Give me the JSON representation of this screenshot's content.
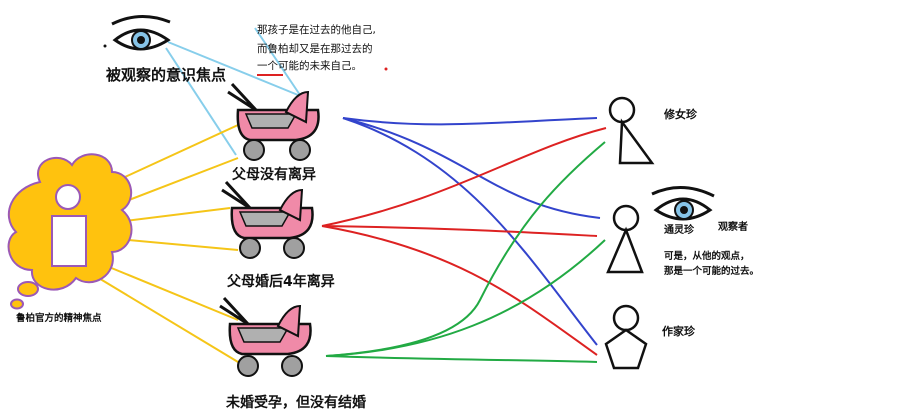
{
  "observed_focus_label": "被观察的意识焦点",
  "note_lines": [
    "那孩子是在过去的他自己,",
    "而鲁柏却又是在那过去的",
    "一个可能的未来自己。"
  ],
  "thought_label": "鲁柏官方的精神焦点",
  "strollers": [
    {
      "label": "父母没有离异"
    },
    {
      "label": "父母婚后4年离异"
    },
    {
      "label": "未婚受孕，但没有结婚"
    }
  ],
  "persons": [
    {
      "label": "修女珍",
      "shape": "triangle"
    },
    {
      "label": "通灵珍",
      "shape": "triangle"
    },
    {
      "label": "作家珍",
      "shape": "pentagon"
    }
  ],
  "observer_label": "观察者",
  "observer_note_lines": [
    "可是，从他的观点，",
    "那是一个可能的过去。"
  ],
  "colors": {
    "yellow_line": "#f5c518",
    "light_blue_line": "#87ceeb",
    "blue_line": "#3344cc",
    "red_line": "#dd2222",
    "green_line": "#22aa44",
    "stroller_body": "#f08aa8",
    "stroller_wheel": "#a0a0a0",
    "thought_cloud": "#ffc20e",
    "cloud_edge": "#9b59b6",
    "eye_iris": "#87c4e8"
  }
}
